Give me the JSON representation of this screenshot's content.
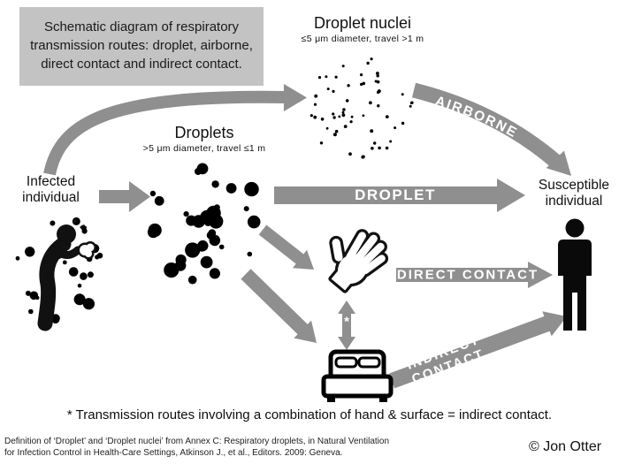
{
  "title_box": "Schematic diagram of respiratory transmission routes: droplet, airborne, direct contact and indirect contact.",
  "nodes": {
    "droplet_nuclei": {
      "title": "Droplet nuclei",
      "subtitle": "≤5 μm diameter, travel >1 m"
    },
    "droplets": {
      "title": "Droplets",
      "subtitle": ">5 μm diameter, travel ≤1 m"
    },
    "infected": {
      "label": "Infected individual"
    },
    "susceptible": {
      "label": "Susceptible individual"
    }
  },
  "route_labels": {
    "airborne": "AIRBORNE",
    "droplet": "DROPLET",
    "direct_contact": "DIRECT CONTACT",
    "indirect_contact": "INDIRECT CONTACT"
  },
  "hand_surface_marker": "*",
  "footnote": "* Transmission routes involving a combination of hand & surface = indirect contact.",
  "citation_line1": "Definition of ‘Droplet’ and ‘Droplet nuclei’ from Annex C: Respiratory droplets, in Natural Ventilation",
  "citation_line2": "for Infection Control in Health-Care Settings, Atkinson J., et al., Editors. 2009: Geneva.",
  "copyright": "© Jon Otter",
  "colors": {
    "arrow_gray": "#8f8f8f",
    "title_box_bg": "#c3c3c3",
    "ink": "#000000"
  }
}
